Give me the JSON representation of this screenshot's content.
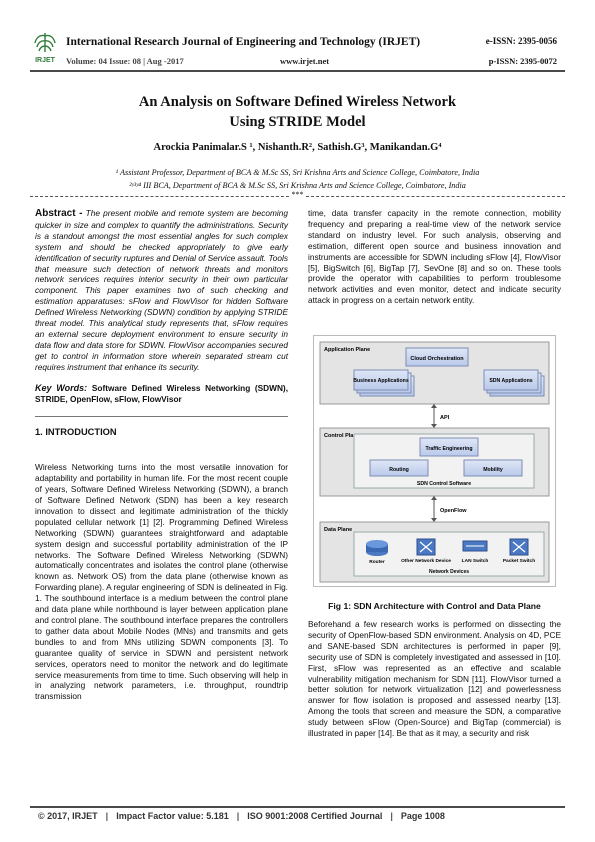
{
  "header": {
    "journal": "International Research Journal of Engineering and Technology (IRJET)",
    "e_issn": "e-ISSN: 2395-0056",
    "volume": "Volume: 04 Issue: 08 | Aug -2017",
    "website": "www.irjet.net",
    "p_issn": "p-ISSN: 2395-0072",
    "logo_text": "IRJET"
  },
  "paper": {
    "title_line1": "An Analysis on Software Defined Wireless Network",
    "title_line2": "Using STRIDE Model",
    "authors": "Arockia Panimalar.S ¹, Nishanth.R², Sathish.G³, Manikandan.G⁴",
    "affiliation1": "¹ Assistant Professor, Department of BCA & M.Sc SS, Sri Krishna Arts and Science College, Coimbatore, India",
    "affiliation2": "²ʸ³ʸ⁴ III BCA, Department of BCA & M.Sc SS, Sri Krishna Arts and Science College, Coimbatore, India",
    "separator": "***"
  },
  "abstract": {
    "label": "Abstract -",
    "text": " The present mobile and remote system are becoming quicker in size and complex to quantify the administrations. Security is a standout amongst the most essential angles for such complex system and should be checked appropriately to give early identification of security ruptures and Denial of Service assault. Tools that measure such detection of network threats and monitors network services requires interior security in their own particular component. This paper examines two of such checking and estimation apparatuses: sFlow and FlowVisor for hidden Software Defined Wireless Networking (SDWN) condition by applying STRIDE threat model. This analytical study represents that, sFlow requires an external secure deployment environment to ensure security in data flow and data store for SDWN. FlowVisor accompanies secured get to control in information store wherein separated stream cut requires instrument that enhance its security."
  },
  "keywords": {
    "label": "Key Words",
    "text": "Software Defined Wireless Networking (SDWN), STRIDE, OpenFlow, sFlow, FlowVisor"
  },
  "intro": {
    "heading": "1. INTRODUCTION",
    "text": "Wireless Networking turns into the most versatile innovation for adaptability and portability in human life. For the most recent couple of years, Software Defined Wireless Networking (SDWN), a branch of Software Defined Network (SDN) has been a key research innovation to dissect and legitimate administration of the thickly populated cellular network [1] [2]. Programming Defined Wireless Networking (SDWN) guarantees straightforward and adaptable system design and successful portability administration of the IP networks. The Software Defined Wireless Networking (SDWN) automatically concentrates and isolates the control plane (otherwise known as. Network OS) from the data plane (otherwise known as Forwarding plane). A regular engineering of SDN is delineated in Fig. 1. The southbound interface is a medium between the control plane and data plane while northbound is layer between application plane and control plane. The southbound interface prepares the controllers to gather data about Mobile Nodes (MNs) and transmits and gets bundles to and from MNs utilizing SDWN components [3]. To guarantee quality of service in SDWN and persistent network services, operators need to monitor the network and do legitimate service measurements from time to time. Such observing will help in in analyzing network parameters, i.e. throughput, roundtrip transmission"
  },
  "right_top": {
    "text": "time, data transfer capacity in the remote connection, mobility frequency and preparing a real-time view of the network service standard on industry level. For such analysis, observing and estimation, different open source and business innovation and instruments are accessible for SDWN including sFlow [4], FlowVisor [5], BigSwitch [6], BigTap [7], SevOne [8] and so on. These tools provide the operator with capabilities to perform troublesome network activities and even monitor, detect and indicate security attack in progress on a certain network entity."
  },
  "figure": {
    "caption": "Fig 1: SDN Architecture with Control and Data Plane",
    "application_plane": "Application Plane",
    "cloud_orchestration": "Cloud Orchestration",
    "business_apps": "Business Applications",
    "sdn_apps": "SDN Applications",
    "api": "API",
    "control_plane": "Control Plane",
    "traffic_engineering": "Traffic Engineering",
    "routing": "Routing",
    "mobility": "Mobility",
    "sdn_control_software": "SDN Control Software",
    "openflow": "OpenFlow",
    "data_plane": "Data Plane",
    "router": "Router",
    "other_network_device": "Other Network Device",
    "lan_switch": "LAN Switch",
    "packet_switch": "Packet Switch",
    "network_devices": "Network Devices",
    "colors": {
      "box_blue": "#c9d6ef",
      "panel_gray": "#e4e4e4",
      "border": "#7d8db3"
    }
  },
  "right_bottom": {
    "text": "Beforehand a few research works is performed on dissecting the security of OpenFlow-based SDN environment. Analysis on 4D, PCE and SANE-based SDN architectures is performed in paper [9], security use of SDN is completely investigated and assessed in [10]. First, sFlow was represented as an effective and scalable vulnerability mitigation mechanism for SDN [11]. FlowVisor turned a better solution for network virtualization [12] and powerlessness answer for flow isolation is proposed and assessed nearby [13]. Among the tools that screen and measure the SDN, a comparative study between sFlow (Open-Source) and BigTap (commercial) is illustrated in paper [14]. Be that as it may, a security and risk"
  },
  "footer": {
    "copyright": "© 2017, IRJET",
    "impact": "Impact Factor value: 5.181",
    "iso": "ISO 9001:2008 Certified Journal",
    "page": "Page 1008",
    "sep": "|"
  }
}
